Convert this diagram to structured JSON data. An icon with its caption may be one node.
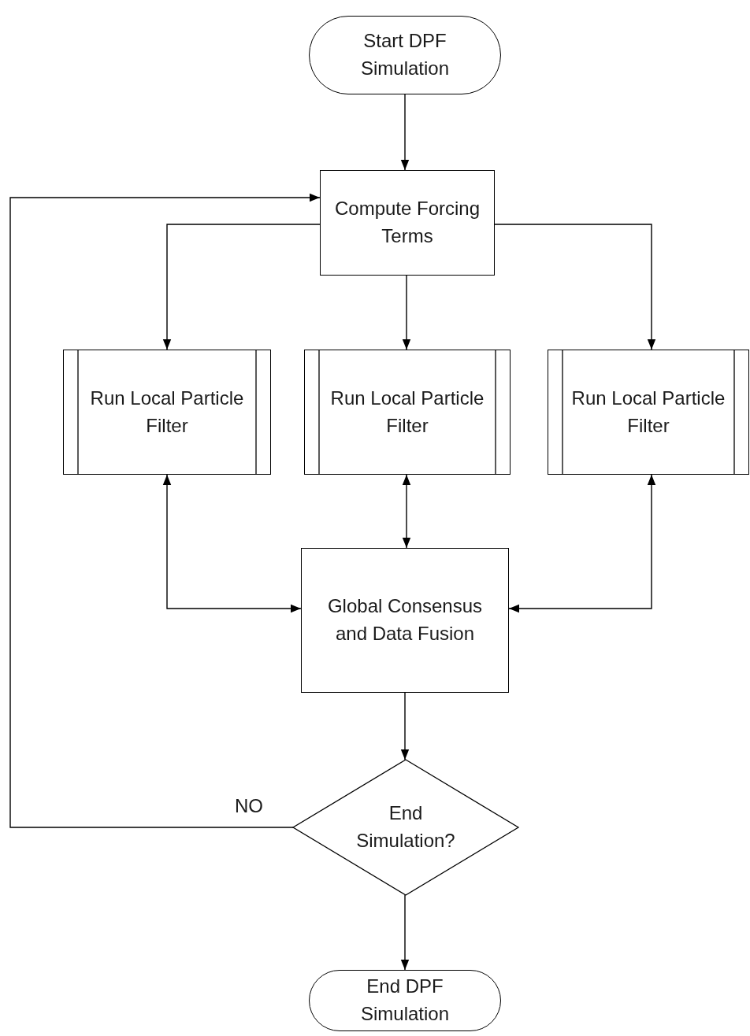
{
  "diagram": {
    "nodes": [
      {
        "text": [
          "Start DPF Simulation"
        ]
      },
      {
        "text": [
          "Compute Forcing Terms"
        ]
      },
      {
        "text": [
          "Run Local Particle Filter"
        ]
      },
      {
        "text": [
          "Run Local Particle Filter"
        ]
      },
      {
        "text": [
          "Run Local Particle Filter"
        ]
      },
      {
        "text": [
          "Global Consensus and Data Fusion"
        ]
      },
      {
        "text": [
          "End Simulation?"
        ]
      },
      {
        "text": [
          "End DPF Simulation"
        ]
      }
    ],
    "edges": [
      {
        "from": 0,
        "to": 1,
        "arrow": "to"
      },
      {
        "from": 1,
        "to": 2,
        "arrow": "to"
      },
      {
        "from": 1,
        "to": 3,
        "arrow": "to"
      },
      {
        "from": 1,
        "to": 4,
        "arrow": "to"
      },
      {
        "from": 2,
        "to": 5,
        "arrow": "both"
      },
      {
        "from": 3,
        "to": 5,
        "arrow": "both"
      },
      {
        "from": 4,
        "to": 5,
        "arrow": "both"
      },
      {
        "from": 5,
        "to": 6,
        "arrow": "to"
      },
      {
        "from": 6,
        "to": 1,
        "label": "NO",
        "arrow": "to"
      },
      {
        "from": 6,
        "to": 7,
        "arrow": "to"
      }
    ]
  }
}
